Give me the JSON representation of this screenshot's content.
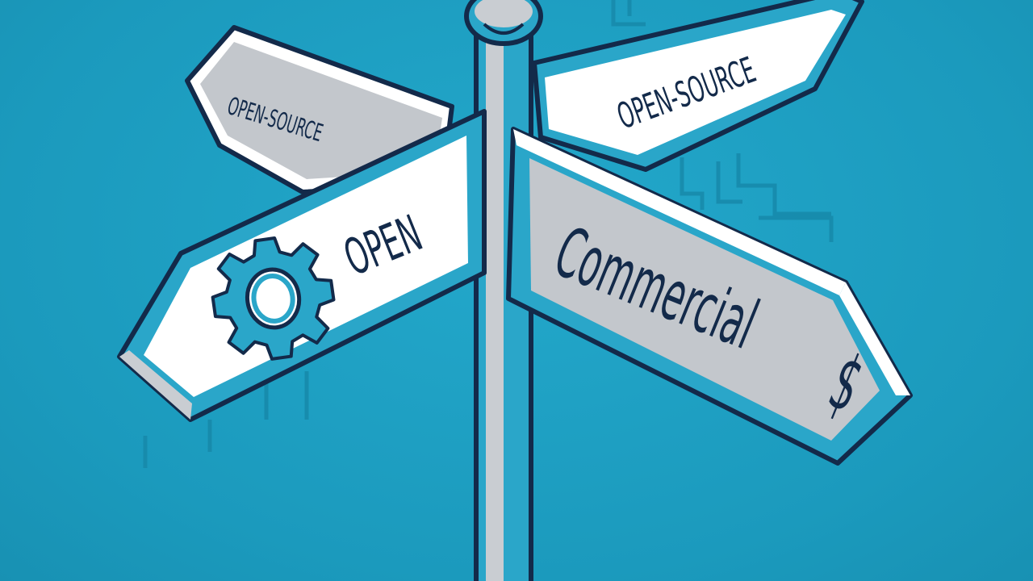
{
  "signs": {
    "upper_left": "OPEN-SOURCE",
    "upper_right": "OPEN-SOURCE",
    "left": "OPEN",
    "right": "Commercial",
    "right_symbol": "$"
  },
  "icons": {
    "gear": "gear-icon"
  },
  "colors": {
    "background": "#1e9fc2",
    "outline": "#132a4a",
    "sign_white": "#ffffff",
    "sign_grey": "#c9cdd2",
    "accent": "#2aa6c9"
  }
}
